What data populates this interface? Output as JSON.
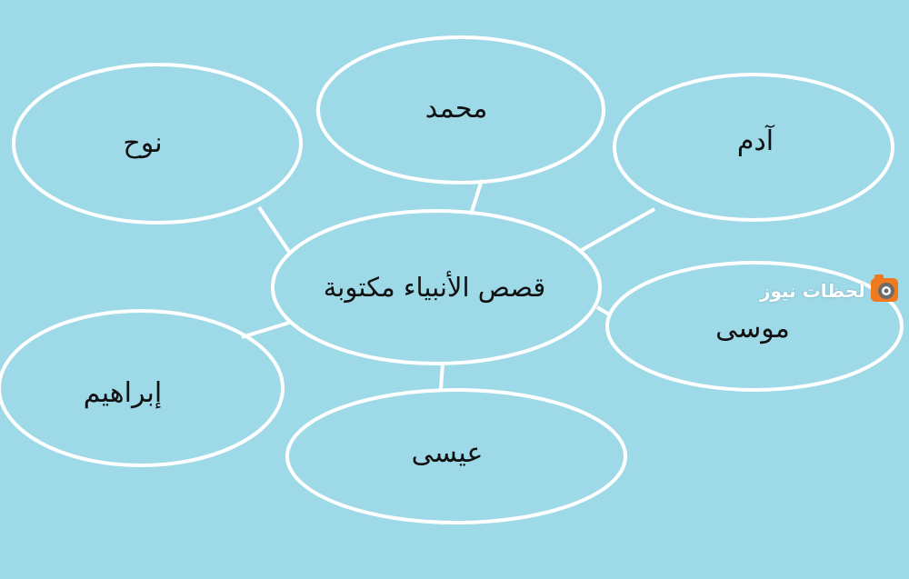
{
  "diagram": {
    "center": "قصص الأنبياء مكتوبة",
    "nodes": {
      "noah": "نوح",
      "muhammad": "محمد",
      "adam": "آدم",
      "musa": "موسى",
      "isa": "عيسى",
      "ibrahim": "إبراهيم"
    }
  },
  "watermark": {
    "text": "لحظات نيوز",
    "icon": "camera-logo-icon"
  },
  "colors": {
    "background": "#9ed9e8",
    "stroke": "#ffffff",
    "text": "#111111",
    "logo_orange": "#f07a1f",
    "logo_gray": "#6b6b6b"
  }
}
